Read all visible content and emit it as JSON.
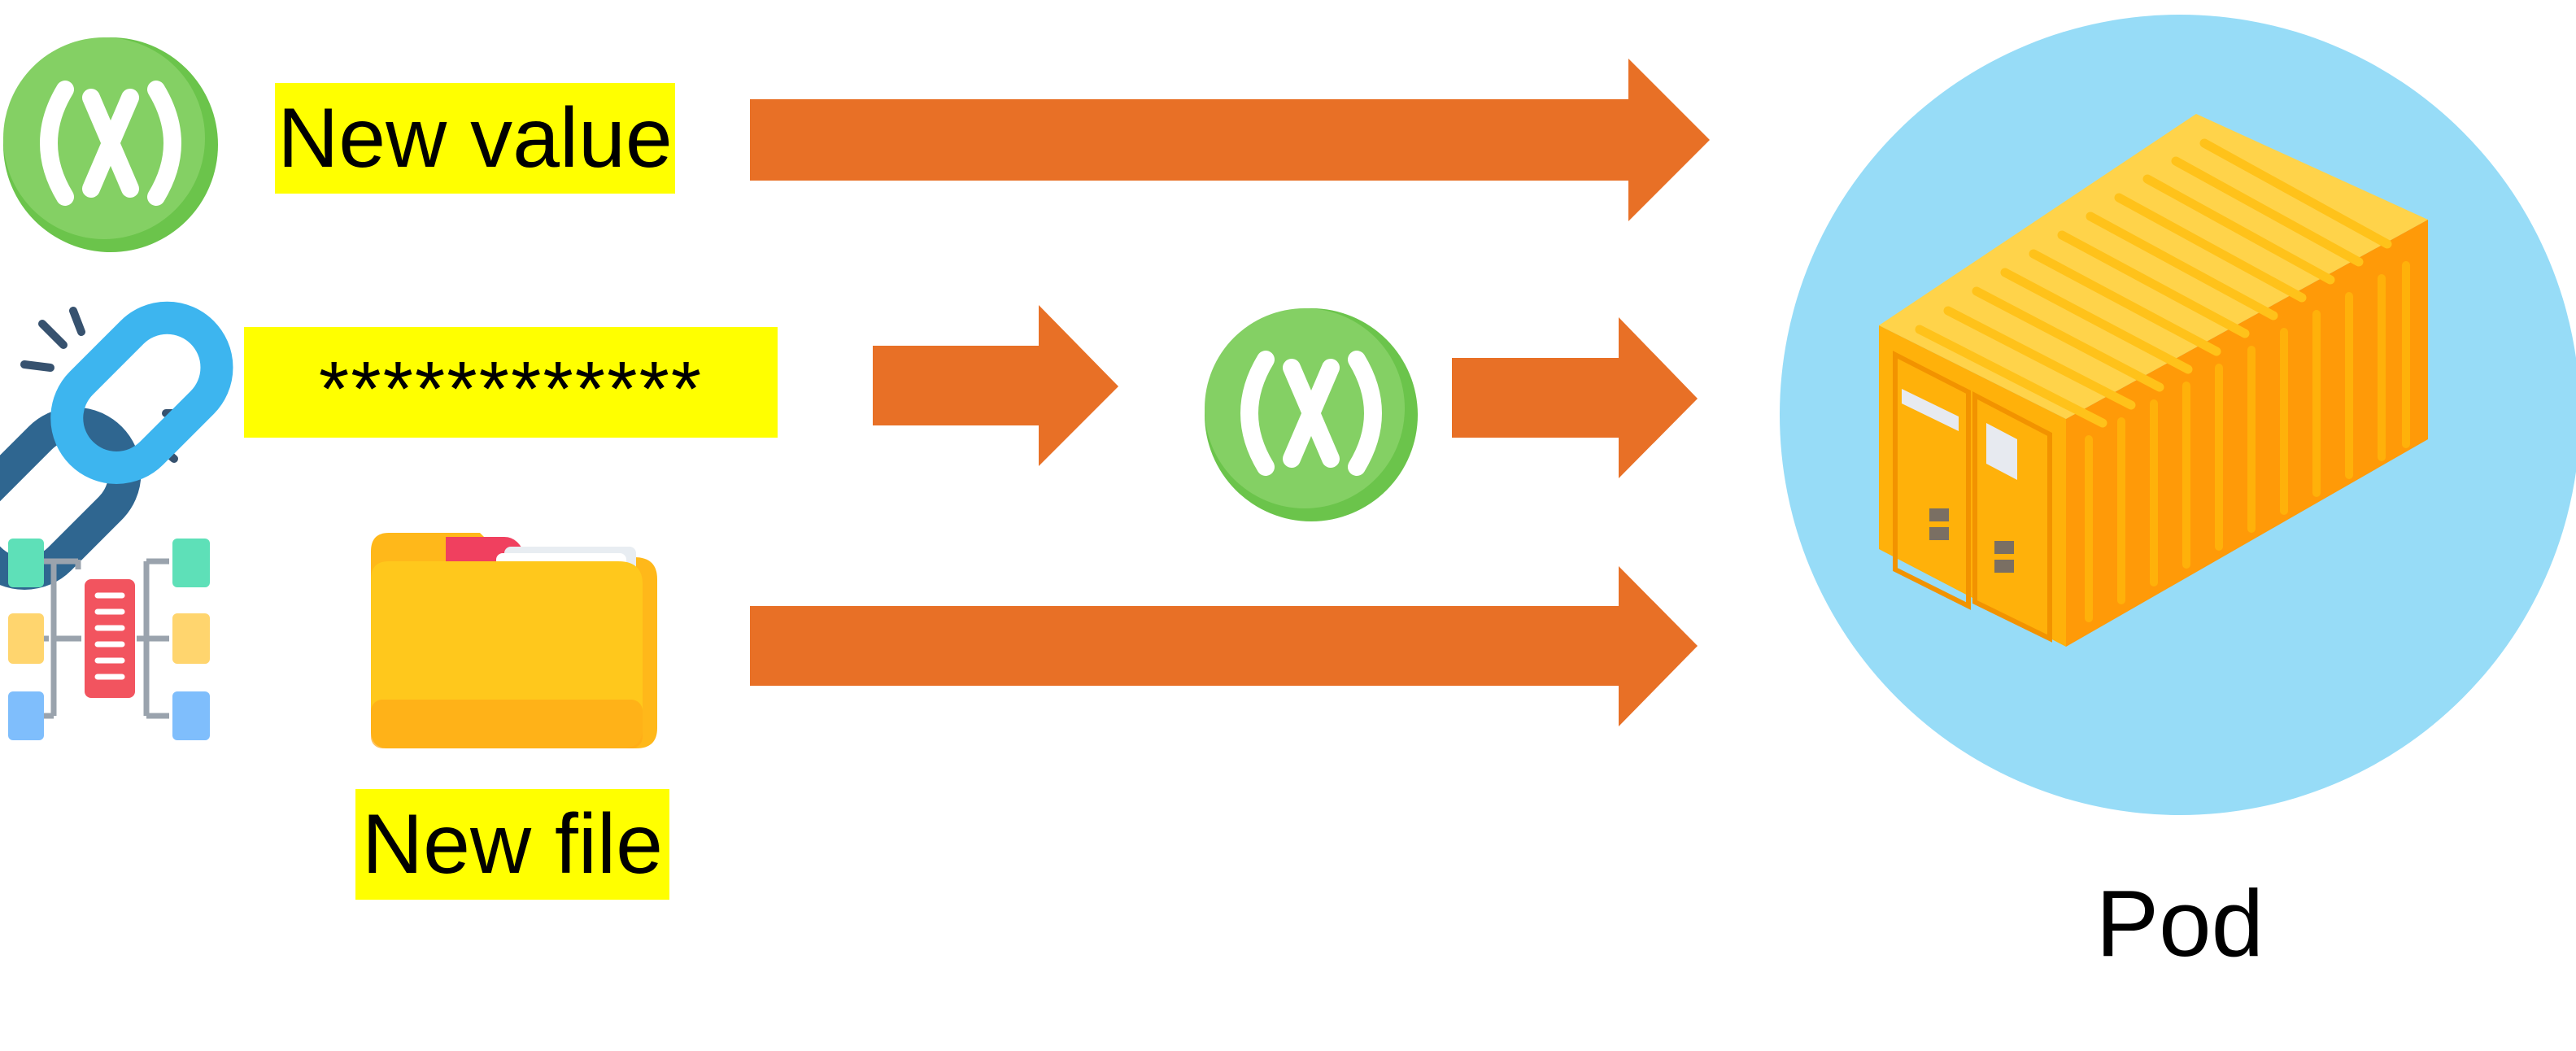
{
  "labels": {
    "new_value": "New value",
    "secret": "************",
    "new_file": "New file",
    "pod": "Pod"
  },
  "icons": {
    "variable": "variable-icon",
    "secret_link": "chain-link-icon",
    "config_map": "key-value-map-icon",
    "folder": "folder-icon",
    "container": "shipping-container-icon"
  },
  "colors": {
    "arrow": "#e87026",
    "highlight": "#ffff00",
    "pod_circle": "#97dcf7",
    "variable_green": "#7fd05e",
    "container_orange": "#ffa70d"
  }
}
